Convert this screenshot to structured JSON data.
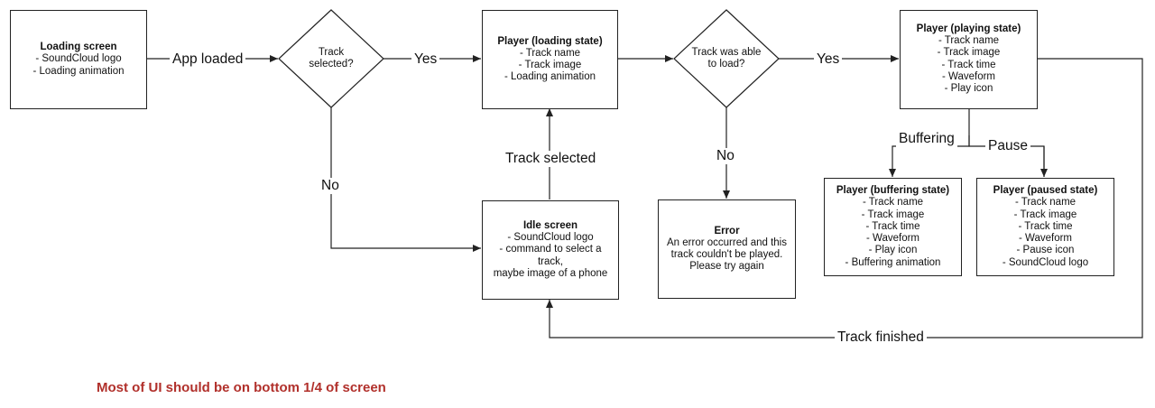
{
  "nodes": {
    "loading_screen": {
      "title": "Loading screen",
      "lines": [
        "- SoundCloud logo",
        "- Loading animation"
      ]
    },
    "track_selected_decision": {
      "text": [
        "Track",
        "selected?"
      ]
    },
    "player_loading": {
      "title": "Player (loading state)",
      "lines": [
        "- Track name",
        "- Track image",
        "- Loading animation"
      ]
    },
    "track_load_decision": {
      "text": [
        "Track was able",
        "to load?"
      ]
    },
    "player_playing": {
      "title": "Player (playing state)",
      "lines": [
        "- Track name",
        "- Track image",
        "- Track time",
        "- Waveform",
        "- Play icon"
      ]
    },
    "idle_screen": {
      "title": "Idle screen",
      "lines": [
        "- SoundCloud logo",
        "- command to select a track,",
        "maybe image of a phone"
      ]
    },
    "error": {
      "title": "Error",
      "lines": [
        "An error occurred and this",
        "track couldn't be played.",
        "Please try again"
      ]
    },
    "player_buffering": {
      "title": "Player (buffering state)",
      "lines": [
        "- Track name",
        "- Track image",
        "- Track time",
        "- Waveform",
        "- Play icon",
        "- Buffering animation"
      ]
    },
    "player_paused": {
      "title": "Player (paused state)",
      "lines": [
        "- Track name",
        "- Track image",
        "- Track time",
        "- Waveform",
        "- Pause icon",
        "- SoundCloud logo"
      ]
    }
  },
  "edges": {
    "app_loaded": "App loaded",
    "yes_1": "Yes",
    "yes_2": "Yes",
    "no_1": "No",
    "no_2": "No",
    "track_selected": "Track selected",
    "buffering": "Buffering",
    "pause": "Pause",
    "track_finished": "Track finished"
  },
  "note": "Most of UI should be on bottom 1/4 of screen",
  "colors": {
    "stroke": "#222222",
    "note": "#b1302b"
  }
}
